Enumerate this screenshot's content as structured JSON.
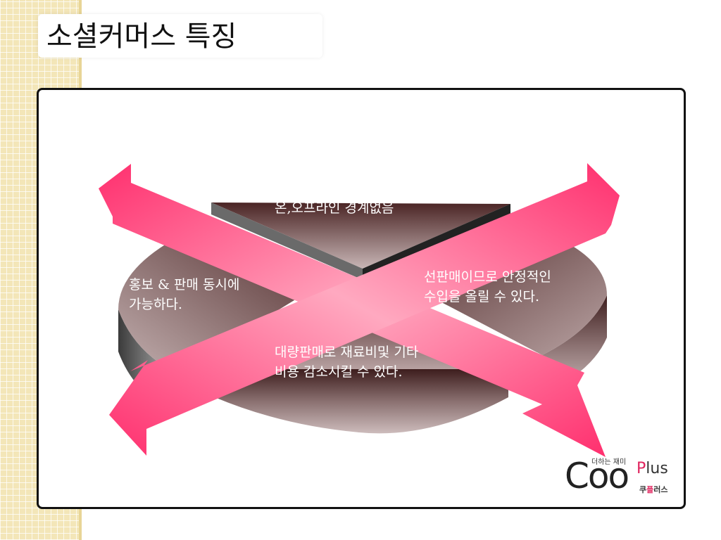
{
  "title": "소셜커머스 특징",
  "segments": {
    "top": "온,오프라인 경계없음",
    "left_line1": "홍보 & 판매 동시에",
    "left_line2": "가능하다.",
    "right_line1": "선판매이므로 안정적인",
    "right_line2": "수입을 올릴 수 있다.",
    "bottom_line1": "대량판매로 재료비및 기타",
    "bottom_line2": "비용 감소시킬 수 있다."
  },
  "logo": {
    "tagline": "더하는 재미",
    "coo": "Coo",
    "plus_p": "P",
    "plus_rest": "lus",
    "korean_pre": "쿠",
    "korean_accent": "플",
    "korean_post": "러스"
  },
  "colors": {
    "arrow": "#ff2f6e",
    "arrow_light": "#ffb6c9",
    "pie_dark": "#4a2424",
    "pie_light": "#c0aeae"
  }
}
